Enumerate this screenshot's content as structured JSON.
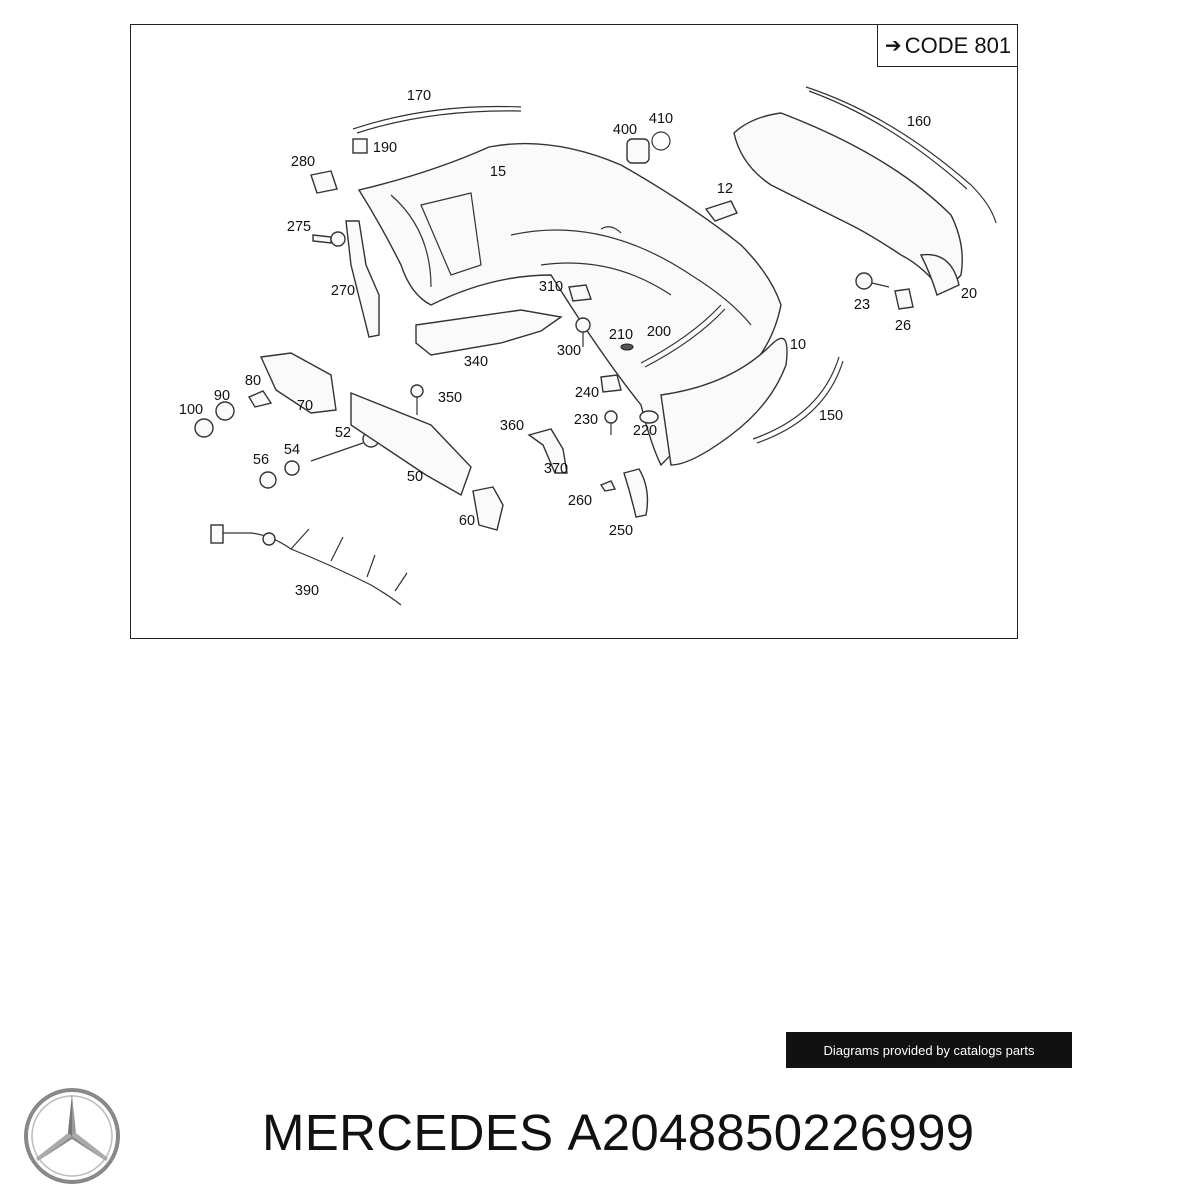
{
  "diagram": {
    "code_label": "CODE 801",
    "callouts": [
      "170",
      "190",
      "280",
      "15",
      "400",
      "410",
      "160",
      "12",
      "275",
      "270",
      "310",
      "23",
      "20",
      "26",
      "340",
      "210",
      "200",
      "300",
      "10",
      "80",
      "90",
      "100",
      "70",
      "350",
      "240",
      "230",
      "220",
      "52",
      "150",
      "360",
      "54",
      "56",
      "50",
      "370",
      "260",
      "60",
      "250",
      "390"
    ]
  },
  "watermark": {
    "text": "Diagrams provided by catalogs parts"
  },
  "brand": {
    "name": "MERCEDES",
    "part_number": "A2048850226999",
    "logo": "mercedes-star-icon"
  }
}
